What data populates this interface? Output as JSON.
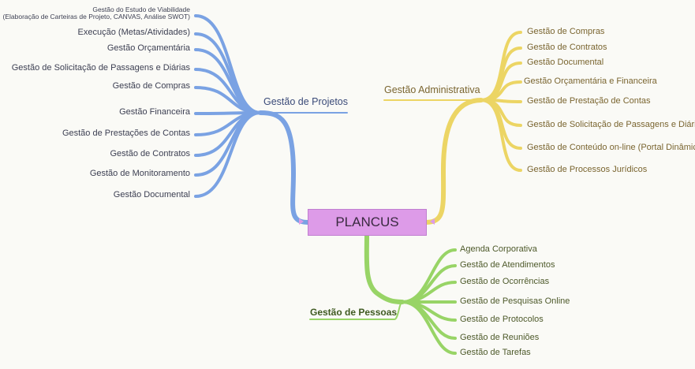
{
  "root": {
    "label": "PLANCUS",
    "color": "#dd9be8"
  },
  "branches": {
    "projetos": {
      "label": "Gestão de Projetos",
      "color": "#7aa2e3",
      "items": [
        "Gestão do Estudo de Viabilidade\n(Elaboração de Carteiras de Projeto, CANVAS, Análise SWOT)",
        "Execução (Metas/Atividades)",
        "Gestão Orçamentária",
        "Gestão de Solicitação de Passagens e Diárias",
        "Gestão de Compras",
        "Gestão Financeira",
        "Gestão de Prestações de Contas",
        "Gestão de Contratos",
        "Gestão de Monitoramento",
        "Gestão Documental"
      ]
    },
    "administrativa": {
      "label": "Gestão Administrativa",
      "color": "#ecd564",
      "items": [
        "Gestão de Compras",
        "Gestão de Contratos",
        "Gestão Documental",
        "Gestão Orçamentária e Financeira",
        "Gestão de Prestação de Contas",
        "Gestão de Solicitação de Passagens e Diárias",
        "Gestão de Conteúdo on-line (Portal Dinâmico)",
        "Gestão de Processos Jurídicos"
      ]
    },
    "pessoas": {
      "label": "Gestão de Pessoas",
      "color": "#98d466",
      "items": [
        "Agenda Corporativa",
        "Gestão de Atendimentos",
        "Gestão de Ocorrências",
        "Gestão de Pesquisas Online",
        "Gestão de Protocolos",
        "Gestão de Reuniões",
        "Gestão de Tarefas"
      ]
    }
  }
}
